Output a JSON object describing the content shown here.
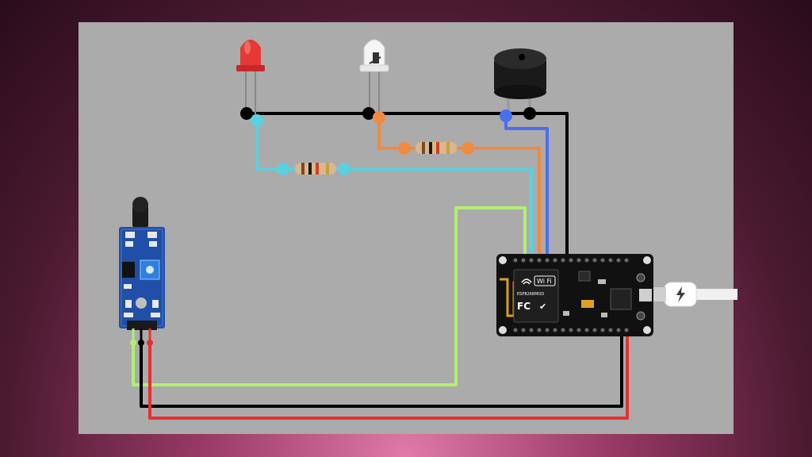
{
  "diagram": {
    "components": {
      "red_led": {
        "kind": "LED",
        "color": "#e53935"
      },
      "white_led": {
        "kind": "LED",
        "color": "#f2f2f2"
      },
      "buzzer": {
        "kind": "Buzzer"
      },
      "resistor_1": {
        "kind": "Resistor"
      },
      "resistor_2": {
        "kind": "Resistor"
      },
      "flame_sensor": {
        "kind": "IR flame sensor module"
      },
      "nodemcu": {
        "kind": "NodeMCU ESP8266",
        "chip_labels": {
          "wifi": "Wi Fi",
          "fc": "FC",
          "model": "ESP8266MOD",
          "check": "✔"
        }
      },
      "usb_cable": {
        "kind": "Micro USB cable",
        "icon": "lightning-icon"
      }
    },
    "wire_colors": {
      "ground": "#000000",
      "cyan": "#5ad0e0",
      "orange": "#f08a40",
      "blue": "#4a6ef0",
      "green": "#b0f070",
      "red": "#e83030"
    }
  }
}
